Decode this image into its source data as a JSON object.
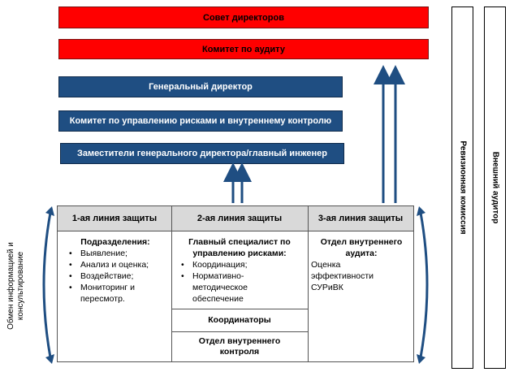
{
  "top_boxes": {
    "board": "Совет директоров",
    "audit_committee": "Комитет по аудиту",
    "ceo": "Генеральный директор",
    "risk_committee": "Комитет по управлению рисками и внутреннему контролю",
    "deputies": "Заместители генерального директора/главный инженер"
  },
  "right_columns": {
    "revision": "Ревизионная комиссия",
    "external_audit": "Внешний аудитор"
  },
  "side_label": {
    "line1": "Обмен информацией и",
    "line2": "консультирование"
  },
  "table": {
    "headers": [
      "1-ая линия защиты",
      "2-ая линия защиты",
      "3-ая линия защиты"
    ],
    "col1": {
      "title": "Подразделения:",
      "items": [
        "Выявление;",
        "Анализ и оценка;",
        "Воздействие;",
        "Мониторинг и пересмотр."
      ]
    },
    "col2": {
      "title": "Главный специалист по управлению рисками:",
      "items": [
        "Координация;",
        "Нормативно-методическое обеспечение"
      ],
      "coordinators": "Координаторы",
      "internal_control": "Отдел внутреннего контроля"
    },
    "col3": {
      "title": "Отдел внутреннего аудита:",
      "text": "Оценка эффективности СУРиВК"
    }
  },
  "colors": {
    "red": "#ff0000",
    "blue": "#1f4e82",
    "arrow": "#1f4e82",
    "header_bg": "#d9d9d9"
  }
}
